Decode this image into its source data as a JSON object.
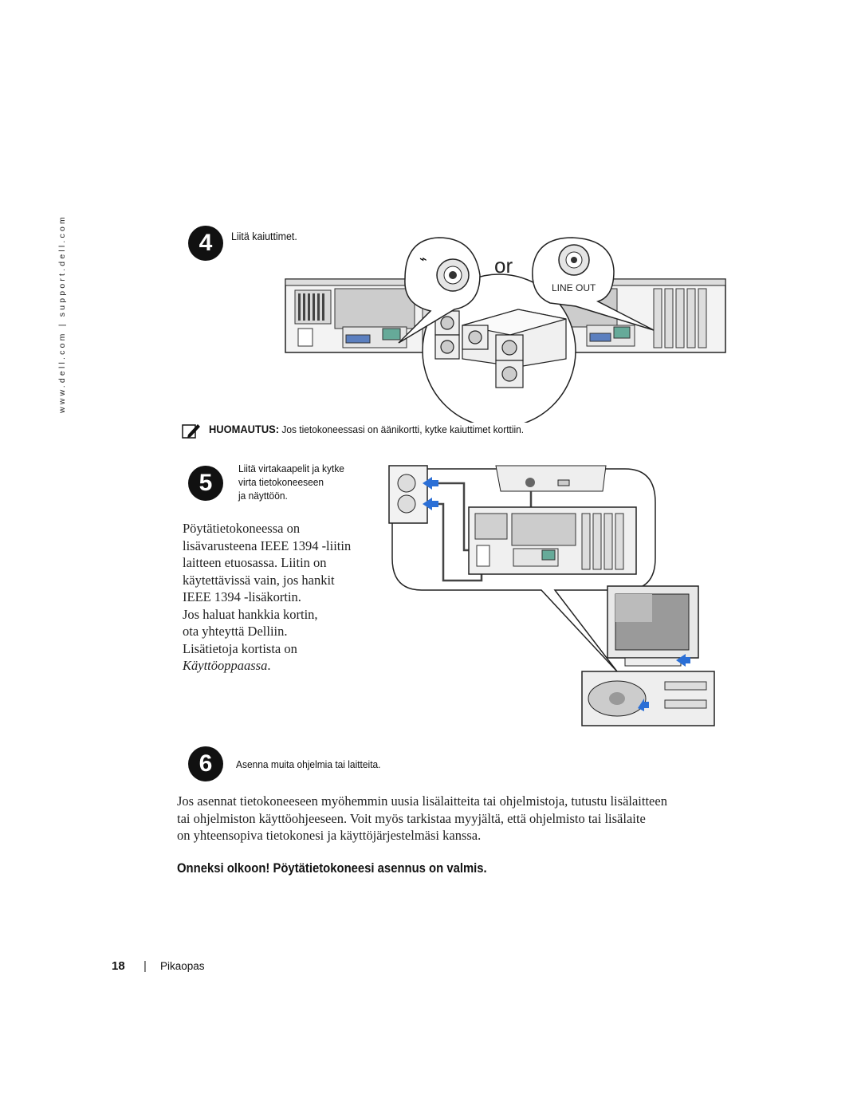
{
  "sidebar": {
    "url": "www.dell.com | support.dell.com"
  },
  "step4": {
    "number": "4",
    "label": "Liitä kaiuttimet.",
    "or_label": "or",
    "line_out_label": "LINE OUT"
  },
  "note": {
    "heading": "HUOMAUTUS:",
    "text": "Jos tietokoneessasi on äänikortti, kytke kaiuttimet korttiin."
  },
  "step5": {
    "number": "5",
    "label_lines": [
      "Liitä virtakaapelit ja kytke",
      "virta tietokoneeseen",
      "ja näyttöön."
    ],
    "body_lines": [
      "Pöytätietokoneessa on",
      "lisävarusteena IEEE 1394 -liitin",
      "laitteen etuosassa. Liitin on",
      "käytettävissä vain, jos hankit",
      "IEEE 1394 -lisäkortin.",
      "Jos haluat hankkia kortin,",
      "ota yhteyttä Delliin.",
      "Lisätietoja kortista on"
    ],
    "body_italic": "Käyttöoppaassa",
    "body_end": "."
  },
  "step6": {
    "number": "6",
    "label": "Asenna muita ohjelmia tai laitteita."
  },
  "paragraph_lines": [
    "Jos asennat tietokoneeseen myöhemmin uusia lisälaitteita tai ohjelmistoja, tutustu lisälaitteen",
    "tai ohjelmiston käyttöohjeeseen. Voit myös tarkistaa myyjältä, että ohjelmisto tai lisälaite",
    "on yhteensopiva tietokonesi ja käyttöjärjestelmäsi kanssa."
  ],
  "conclusion": "Onneksi olkoon! Pöytätietokoneesi asennus on valmis.",
  "footer": {
    "page_number": "18",
    "separator": "|",
    "section": "Pikaopas"
  }
}
